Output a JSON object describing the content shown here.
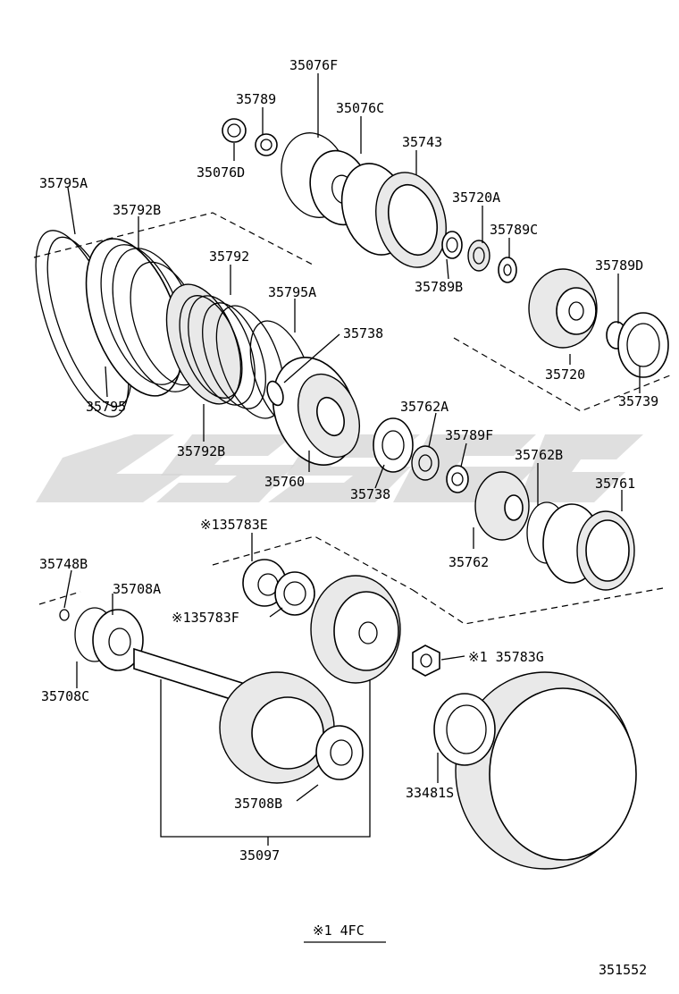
{
  "labels": {
    "l35076F": "35076F",
    "l35789": "35789",
    "l35076C": "35076C",
    "l35743": "35743",
    "l35076D": "35076D",
    "l35795A_1": "35795A",
    "l35792B_1": "35792B",
    "l35720A": "35720A",
    "l35789C": "35789C",
    "l35792": "35792",
    "l35789B": "35789B",
    "l35789D": "35789D",
    "l35795A_2": "35795A",
    "l35738_1": "35738",
    "l35720": "35720",
    "l35795": "35795",
    "l35739": "35739",
    "l35762A": "35762A",
    "l35789F": "35789F",
    "l35792B_2": "35792B",
    "l35762B": "35762B",
    "l35760": "35760",
    "l35738_2": "35738",
    "l35761": "35761",
    "l35783E": "※135783E",
    "l35762": "35762",
    "l35748B": "35748B",
    "l35708A": "35708A",
    "l35783F": "※135783F",
    "l35783G": "※1 35783G",
    "l35708C": "35708C",
    "l33481S": "33481S",
    "l35708B": "35708B",
    "l35097": "35097"
  },
  "footnote": "※1  4FC",
  "figure_number": "351552",
  "watermark_color": "#d4d4d4",
  "line_color": "#000000"
}
